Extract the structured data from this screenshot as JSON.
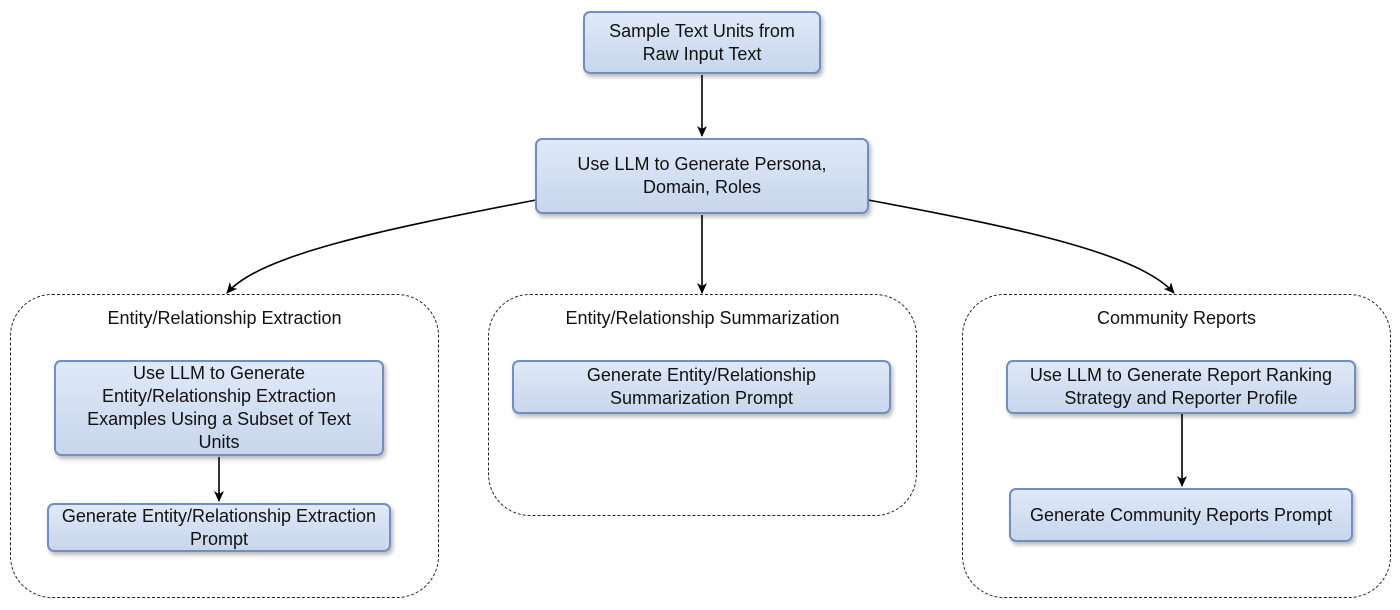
{
  "nodes": {
    "sample": "Sample Text Units from\nRaw Input Text",
    "persona": "Use LLM to Generate Persona,\nDomain, Roles",
    "er_examples": "Use LLM to Generate\nEntity/Relationship Extraction\nExamples Using a Subset of Text\nUnits",
    "er_prompt": "Generate Entity/Relationship Extraction\nPrompt",
    "sum_prompt": "Generate Entity/Relationship\nSummarization Prompt",
    "report_ranking": "Use LLM to Generate Report Ranking\nStrategy and Reporter Profile",
    "community_prompt": "Generate Community Reports Prompt"
  },
  "groups": {
    "extraction": "Entity/Relationship Extraction",
    "summarization": "Entity/Relationship Summarization",
    "community": "Community Reports"
  },
  "colors": {
    "node_border": "#6d8fc4",
    "node_fill": "#d2def1",
    "edge": "#000000",
    "group_border": "#222222"
  }
}
